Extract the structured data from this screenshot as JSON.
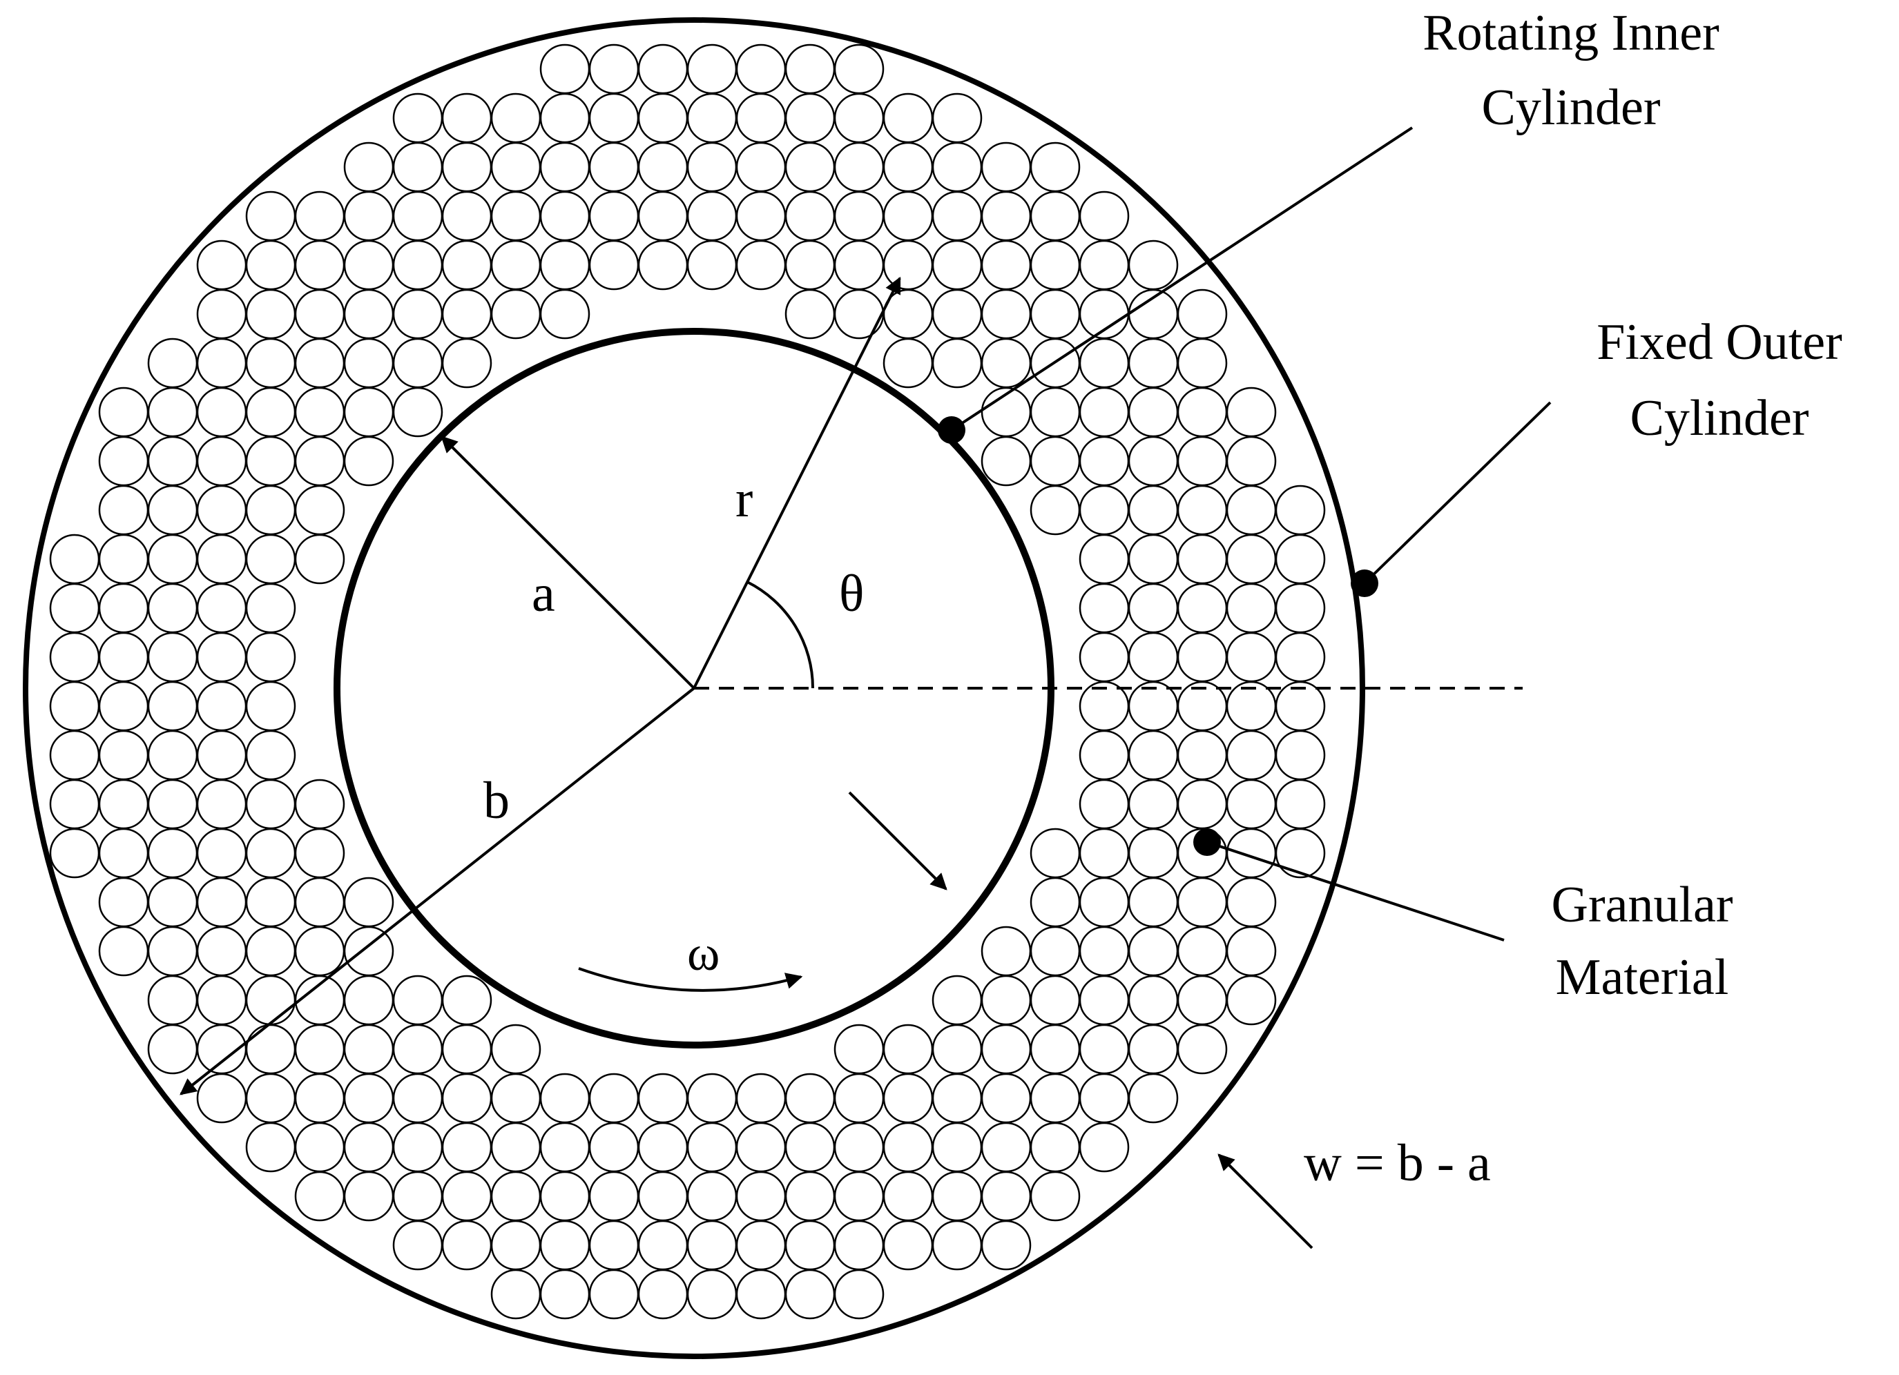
{
  "labels": {
    "rotating_line1": "Rotating Inner",
    "rotating_line2": "Cylinder",
    "fixed_line1": "Fixed Outer",
    "fixed_line2": "Cylinder",
    "granular_line1": "Granular",
    "granular_line2": "Material",
    "width_formula": "w = b - a",
    "symbol_a": "a",
    "symbol_b": "b",
    "symbol_r": "r",
    "symbol_theta": "θ",
    "symbol_omega": "ω"
  },
  "colors": {
    "ink": "#000000",
    "background": "#ffffff"
  }
}
